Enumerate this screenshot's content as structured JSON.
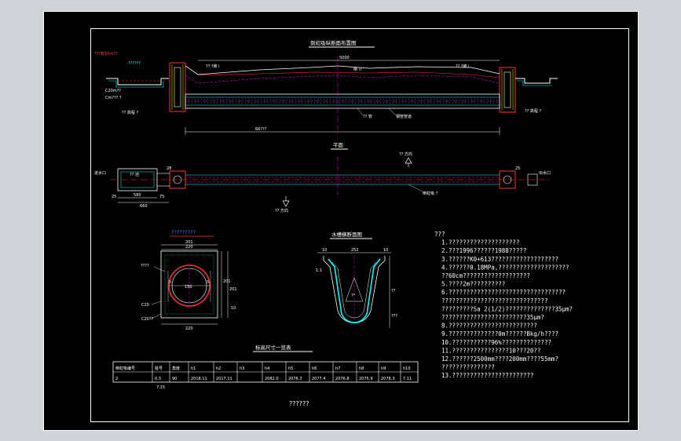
{
  "drawing": {
    "profile_title": "倒虹吸纵断面布置图",
    "plan_title": "平面",
    "cross_section_title": "水槽横断面图",
    "pipe_section_title": "?????????",
    "table_title": "标高尺寸一览表",
    "footer": "??????",
    "profile_labels": {
      "left_top": "???管10m??",
      "left_mid": "??????",
      "left_low1": "C20m??",
      "left_low2": "Cm??? ?",
      "left_bottom": "?? 高程 ?",
      "right_bottom": "?? 高程 ?",
      "dim_top": "5000",
      "pipe_label1": "?? 管",
      "pipe_label2": "钢管管道",
      "overall_dim": "66???",
      "segment_left": "?? ?坡 i",
      "segment_right": "?? ?坡 i",
      "center": "倒 i?"
    },
    "plan_labels": {
      "left_end": "进水口",
      "right_end": "出水口",
      "box": "?? 池",
      "pipe": "倒虹吸 ?",
      "dim1": "580",
      "dim2": "660",
      "dir_in": "?? 方向",
      "dir_out": "?? 方向",
      "n1": "25",
      "n2": "75",
      "n3": "28",
      "n4": "25"
    },
    "pipe_section_dims": {
      "top1": "201",
      "top2": "220",
      "left": "????",
      "inner": "150",
      "r1": "201",
      "r2": "201",
      "mid1": "C20",
      "mid2": "C20??",
      "bottom": "220",
      "a": "5",
      "b": "5",
      "side": "10"
    },
    "cross_section_dims": {
      "top_left": "10",
      "top_mid": "252",
      "top_right": "10",
      "side1": "1:1",
      "side_dim": "??",
      "depth": "???",
      "angle": "?°"
    },
    "table": {
      "headers": [
        "倒虹吸编号",
        "桩号",
        "角度",
        "h1",
        "h2",
        "h3",
        "h4",
        "h5",
        "h6",
        "h7",
        "h8",
        "h9",
        "h10"
      ],
      "row": [
        "2",
        "0.3",
        "90",
        "2018.11",
        "2017.11",
        "",
        "2082.0",
        "2076.3",
        "2077.4",
        "2076.8",
        "2075.9",
        "2078.3",
        "7.11"
      ],
      "below": "7.15"
    },
    "notes": [
      "???",
      "1.????????????????????",
      "2.???1996??????1988?????",
      "3.??????K0+613???????????????????",
      "4.??????0.18MPa,????????????????????",
      "  ??60cm???????????????????",
      "5.????2m??????????",
      "6.?????????????????????????????????",
      "  ??????????????????????????????",
      "  ?????????Sa 2(1/2)??????????????35μm?",
      "  ????????????????????????35μm?",
      "8.?????????????????????????",
      "9.??????????????0m??????Bkg/h????",
      "10.???????????96%??????????????",
      "11.????????????????10???20??",
      "12.??????2500mm????200mm????55mm?",
      "   ???????????????",
      "13.???????????????????????"
    ]
  }
}
